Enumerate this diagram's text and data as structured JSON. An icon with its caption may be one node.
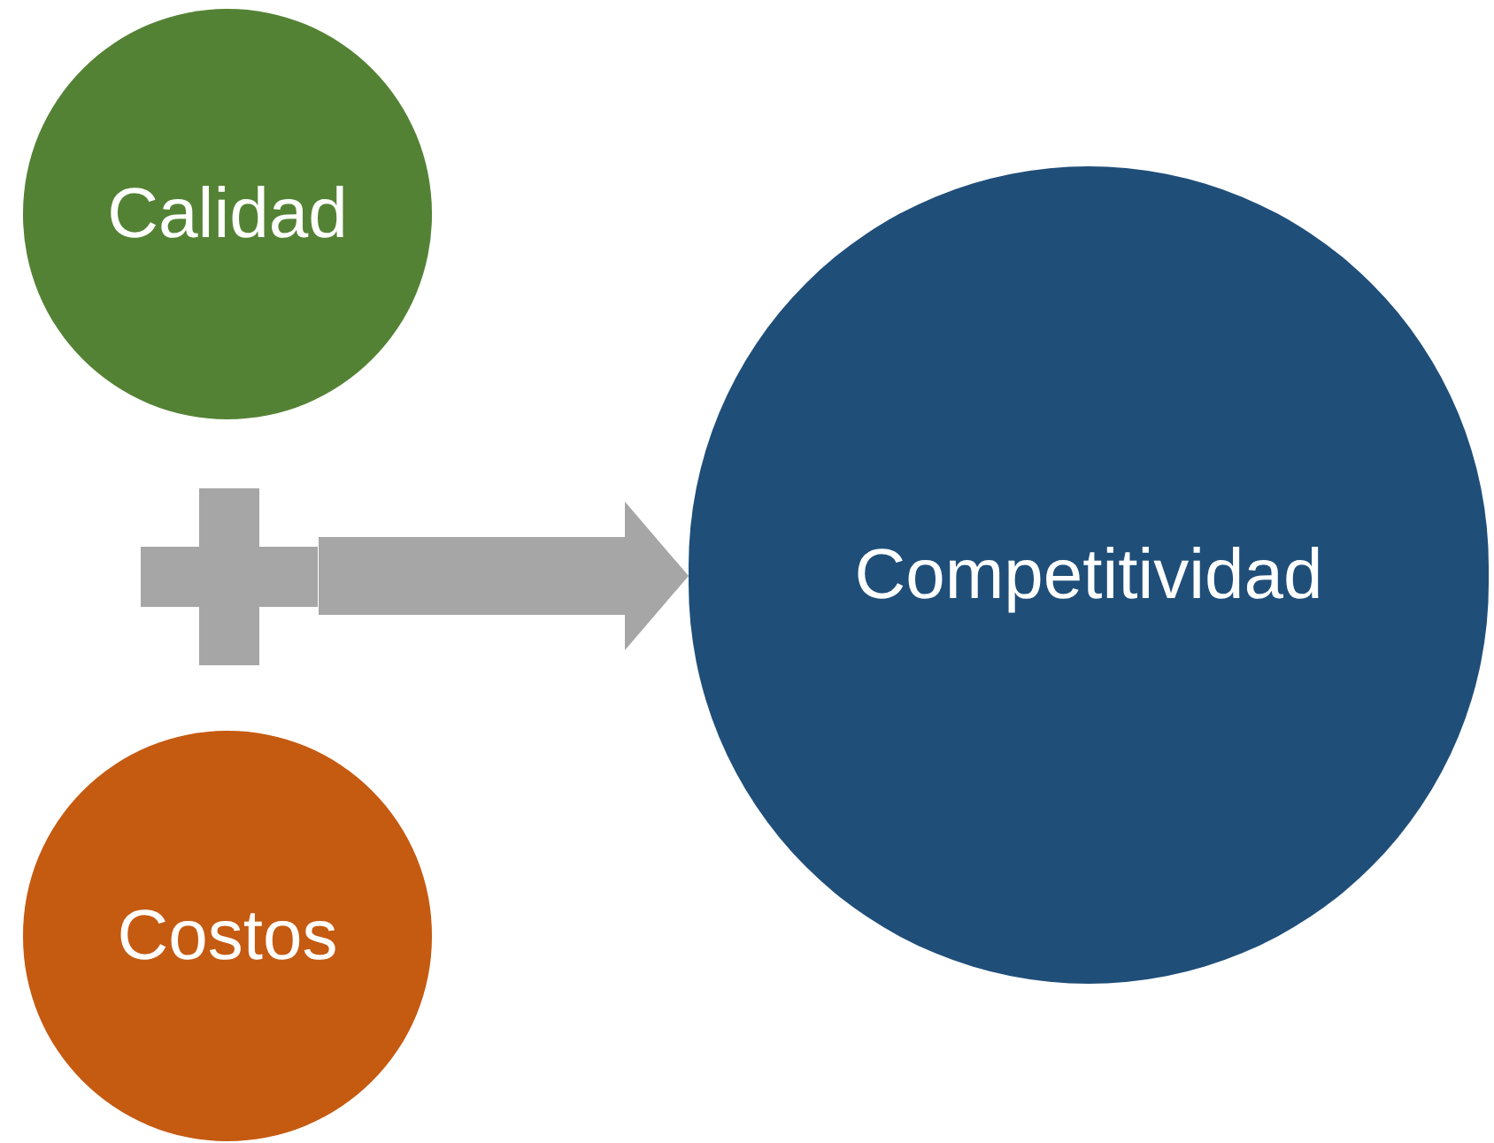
{
  "diagram": {
    "nodes": [
      {
        "text": [
          "Calidad"
        ]
      },
      {
        "text": [],
        "shape": "plus"
      },
      {
        "text": [
          "Costos"
        ]
      },
      {
        "text": [
          "Competitividad"
        ]
      }
    ],
    "edges": [
      {
        "from": 1,
        "to": 3,
        "arrow": "to",
        "style": "thick"
      }
    ]
  }
}
